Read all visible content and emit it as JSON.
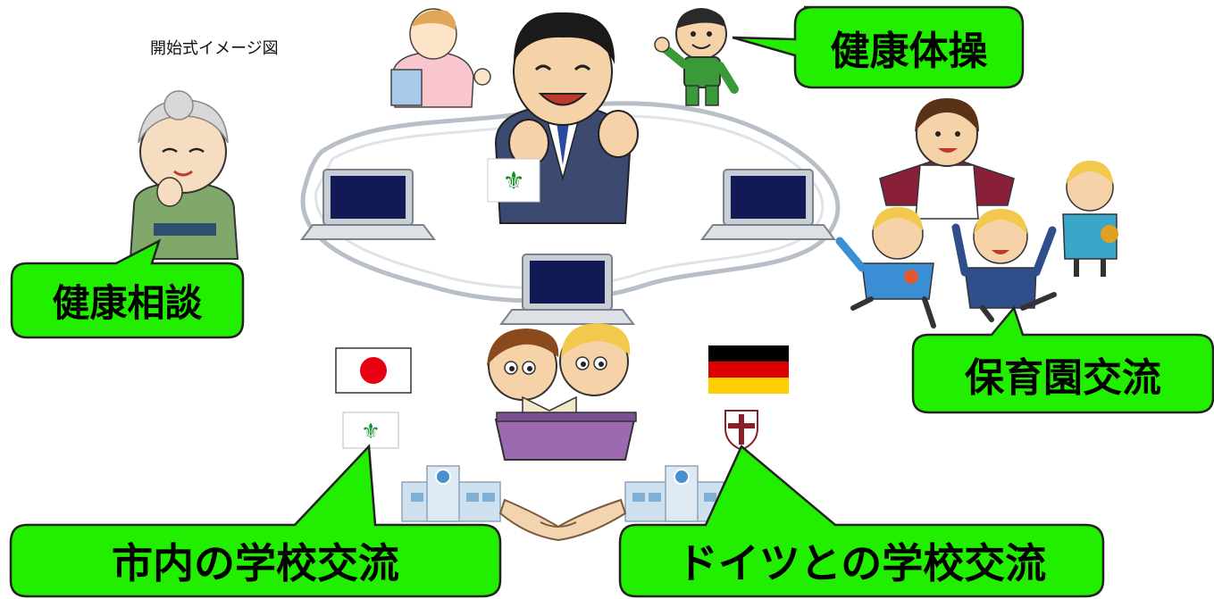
{
  "title": "開始式イメージ図",
  "callouts": {
    "health_exercise": "健康体操",
    "health_consult": "健康相談",
    "nursery_exchange": "保育園交流",
    "city_school_exchange": "市内の学校交流",
    "germany_school_exchange": "ドイツとの学校交流"
  },
  "colors": {
    "callout_fill": "#22ee00",
    "callout_stroke": "#222222",
    "network_line": "#b8bfc7",
    "laptop_screen": "#111a55",
    "flag_japan_red": "#e60012",
    "flag_de_black": "#000000",
    "flag_de_red": "#dd0000",
    "flag_de_gold": "#ffce00"
  },
  "icons": [
    "teacher-character-icon",
    "nurse-character-icon",
    "exercise-boy-icon",
    "grandmother-icon",
    "nursery-teacher-icon",
    "kindergarten-children-icon",
    "laptop-icon",
    "school-emblem-icon",
    "japan-flag-icon",
    "germany-flag-icon",
    "german-school-emblem-icon",
    "reading-children-icon",
    "school-building-icon",
    "handshake-icon"
  ]
}
